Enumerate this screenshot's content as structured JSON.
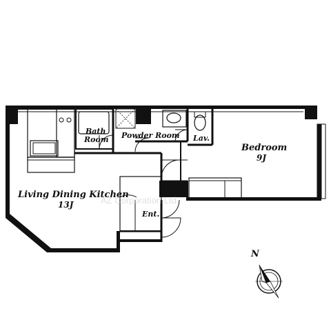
{
  "rooms": {
    "ldk": {
      "name": "Living Dining Kitchen",
      "size": "13J"
    },
    "bedroom": {
      "name": "Bedroom",
      "size": "9J"
    },
    "bath": {
      "name_line1": "Bath",
      "name_line2": "Room"
    },
    "powder": {
      "name": "Powder Room"
    },
    "lav": {
      "name": "Lav."
    },
    "entrance": {
      "name": "Ent."
    }
  },
  "compass": {
    "north_label": "N",
    "icon": "north-arrow-icon"
  },
  "watermark": {
    "text": "AZ Corporation Ltd."
  },
  "colors": {
    "wall": "#111111",
    "line": "#111111",
    "background": "#ffffff",
    "watermark": "#c8c8c8"
  }
}
